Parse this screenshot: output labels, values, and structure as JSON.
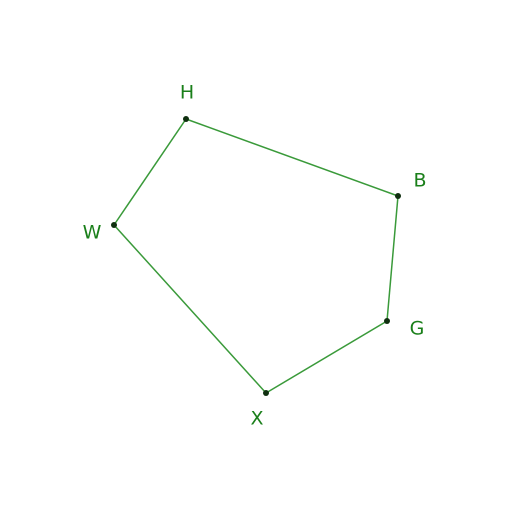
{
  "diagram": {
    "type": "polygon",
    "colors": {
      "edge": "#3a9a3a",
      "vertex": "#0f2f0f",
      "label": "#1a7f1a"
    },
    "vertices": [
      {
        "id": "H",
        "label": "H"
      },
      {
        "id": "B",
        "label": "B"
      },
      {
        "id": "G",
        "label": "G"
      },
      {
        "id": "X",
        "label": "X"
      },
      {
        "id": "W",
        "label": "W"
      }
    ],
    "edges": [
      [
        "H",
        "B"
      ],
      [
        "B",
        "G"
      ],
      [
        "G",
        "X"
      ],
      [
        "X",
        "W"
      ],
      [
        "W",
        "H"
      ]
    ]
  }
}
